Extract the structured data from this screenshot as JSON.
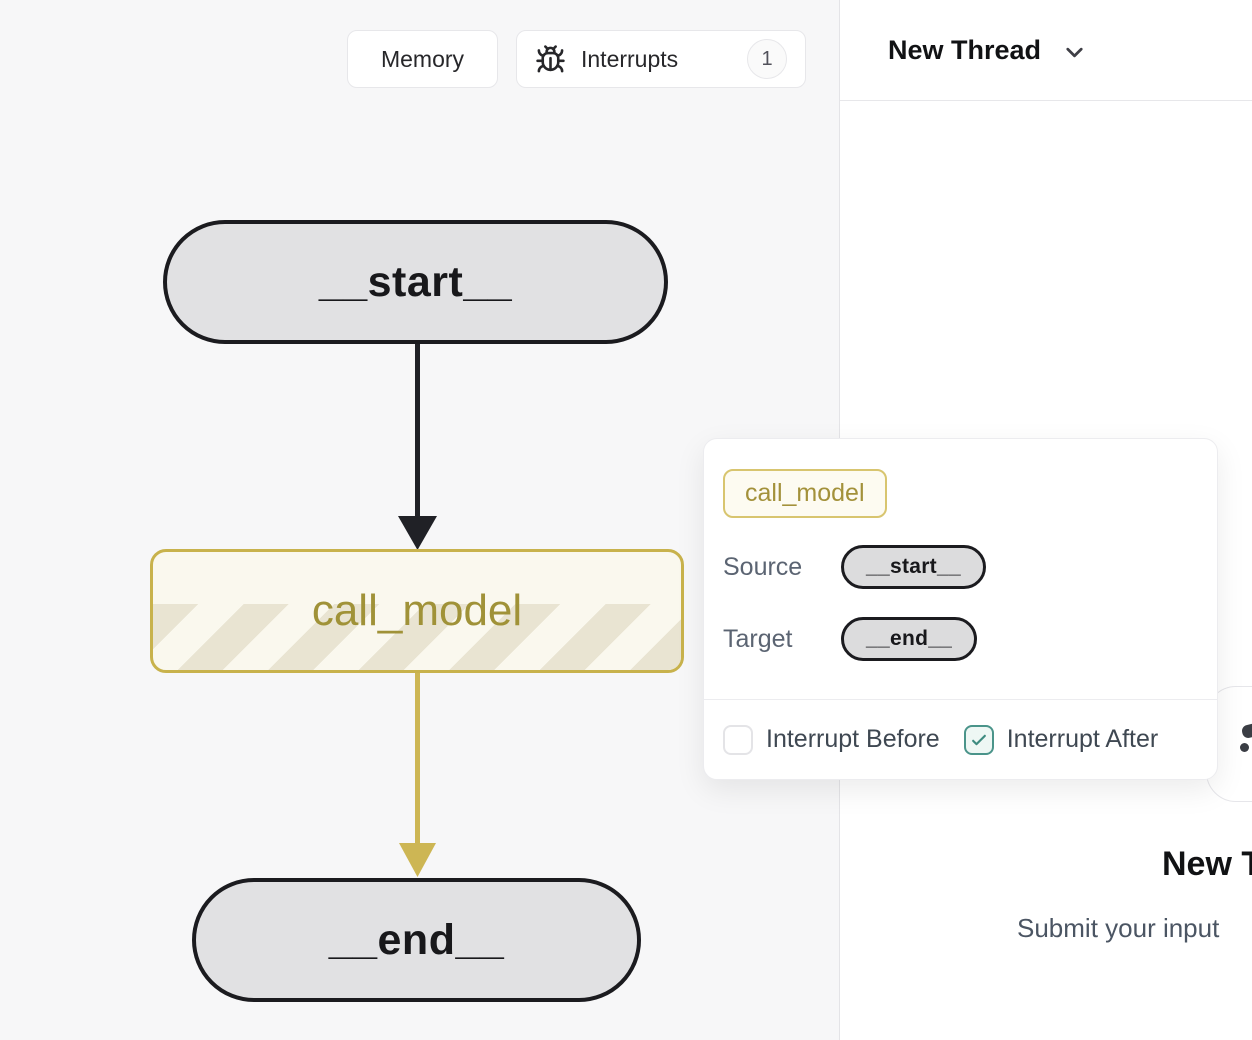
{
  "canvas_toolbar": {
    "memory": "Memory",
    "interrupts": "Interrupts",
    "interrupts_count": "1"
  },
  "graph": {
    "start_label": "__start__",
    "call_model_label": "call_model",
    "end_label": "__end__",
    "edges": [
      {
        "source": "__start__",
        "target": "call_model",
        "color": "#202126"
      },
      {
        "source": "call_model",
        "target": "__end__",
        "color": "#cdb654"
      }
    ]
  },
  "thread_panel": {
    "header_title": "New Thread",
    "empty_title": "New Thread",
    "empty_subtitle": "Submit your input"
  },
  "popover": {
    "node_badge": "call_model",
    "source_label": "Source",
    "source_value": "__start__",
    "target_label": "Target",
    "target_value": "__end__",
    "interrupt_before_label": "Interrupt Before",
    "interrupt_after_label": "Interrupt After",
    "interrupt_before_checked": false,
    "interrupt_after_checked": true
  },
  "colors": {
    "accent_gold": "#c8b24c",
    "accent_teal": "#4a948a",
    "node_gray": "#e1e1e3",
    "canvas_bg": "#f7f7f8"
  }
}
